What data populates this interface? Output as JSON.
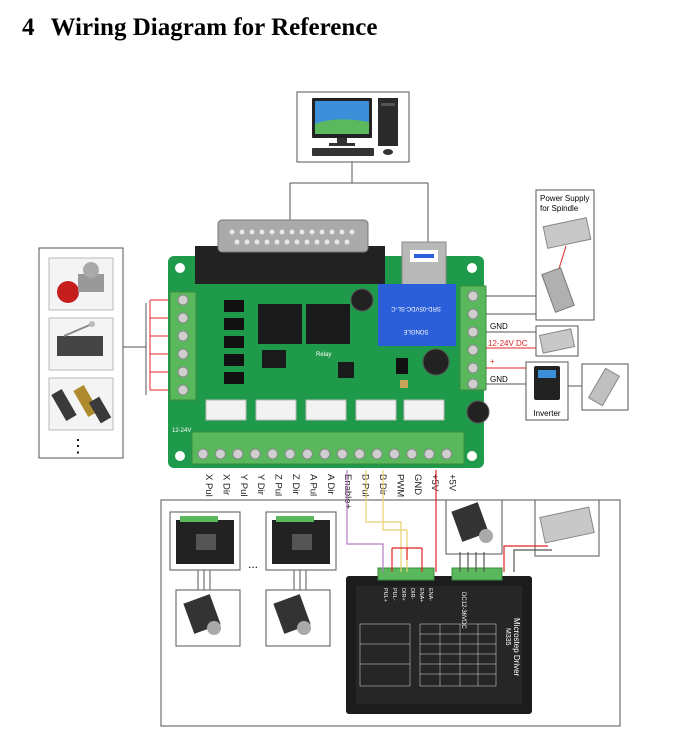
{
  "heading": {
    "number": "4",
    "text": "Wiring Diagram for Reference"
  },
  "power_supply_spindle": {
    "line1": "Power Supply",
    "line2": "for Spindle"
  },
  "right_labels": {
    "gnd_top": "GND",
    "dc_supply": "12-24V DC",
    "plus": "+",
    "gnd_bottom": "GND",
    "inverter": "Inverter"
  },
  "board": {
    "voltage_label": "12-24V",
    "relay_label": "Relay",
    "relay_text": "SRD-05VDC-SL-C",
    "relay_brand": "SONGLE",
    "bottom_pins": [
      "X Pul",
      "X Dir",
      "Y Pul",
      "Y Dir",
      "Z Pul",
      "Z Dir",
      "A Pul",
      "A Dir",
      "Enable+",
      "B Pul",
      "B Dir",
      "PWM",
      "GND",
      "+5V",
      "+5V"
    ]
  },
  "ellipsis_small": "⋮",
  "ellipsis_drivers": "...",
  "driver": {
    "title": "Microstep Driver",
    "model": "M335",
    "dc_label": "DC12-36VDC",
    "terminals": [
      "PUL+",
      "PUL-",
      "DIR+",
      "DIR-",
      "ENA+",
      "ENA-"
    ]
  },
  "colors": {
    "pcb": "#1f9a4a",
    "terminal": "#5ab85c",
    "wire_red": "#e02424",
    "wire_purple": "#b57cc8",
    "wire_yellow": "#e8d070",
    "frame": "#555555"
  }
}
